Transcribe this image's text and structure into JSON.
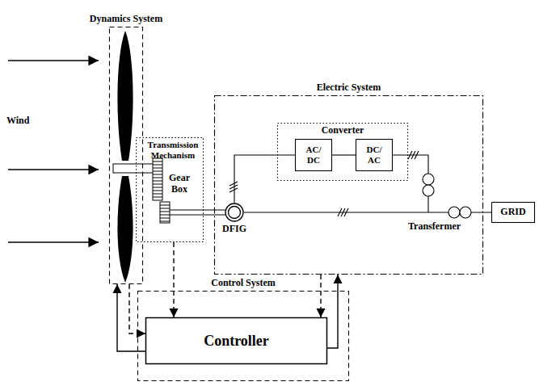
{
  "diagram": {
    "nodes": [
      {
        "text": [
          "Dynamics System"
        ]
      },
      {
        "text": [
          "Transmission Mechanism"
        ]
      },
      {
        "text": [
          "Electric System"
        ]
      },
      {
        "text": [
          "Converter"
        ],
        "in": 2
      },
      {
        "text": [
          "AC/ DC"
        ],
        "in": 3
      },
      {
        "text": [
          "DC/ AC"
        ],
        "in": 3
      },
      {
        "text": [
          "DFIG"
        ],
        "in": 2
      },
      {
        "text": [
          "GRID"
        ]
      },
      {
        "text": [
          "Control System"
        ]
      },
      {
        "text": [
          "Controller"
        ],
        "in": 8
      }
    ],
    "edges": [
      {
        "from": 6,
        "to": 4,
        "arrow": "none"
      },
      {
        "from": 4,
        "to": 5,
        "arrow": "none"
      },
      {
        "from": 6,
        "to": 7,
        "arrow": "none"
      },
      {
        "from": 9,
        "to": 0,
        "arrow": "to"
      },
      {
        "from": 0,
        "to": 9,
        "arrow": "to"
      },
      {
        "from": 1,
        "to": 9,
        "arrow": "to"
      },
      {
        "from": 2,
        "to": 9,
        "arrow": "to"
      },
      {
        "from": 9,
        "to": 2,
        "arrow": "to"
      }
    ],
    "labels": [
      "Wind",
      "Gear Box",
      "Transfermer"
    ]
  }
}
